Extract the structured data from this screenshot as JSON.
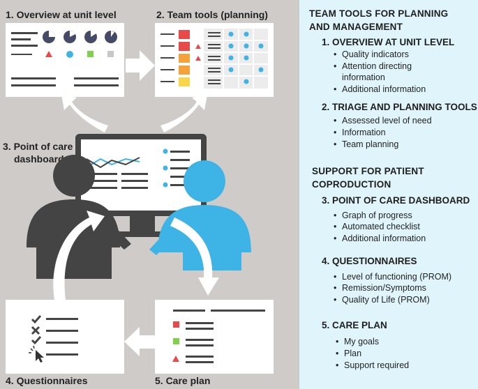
{
  "left_labels": {
    "overview": "1. Overview at unit level",
    "team_tools": "2. Team tools (planning)",
    "point_of_care_1": "3. Point of care",
    "point_of_care_2": "dashboard",
    "questionnaires": "4. Questionnaires",
    "care_plan": "5. Care plan"
  },
  "panel": {
    "heading1_line1": "TEAM TOOLS FOR PLANNING",
    "heading1_line2": "AND MANAGEMENT",
    "s1": "1. OVERVIEW AT UNIT LEVEL",
    "s1_items": [
      "Quality indicators",
      "Attention directing",
      "information",
      "Additional information"
    ],
    "s2": "2. TRIAGE AND PLANNING TOOLS",
    "s2_items": [
      "Assessed level of need",
      "Information",
      "Team planning"
    ],
    "heading2_line1": "SUPPORT FOR PATIENT",
    "heading2_line2": "COPRODUCTION",
    "s3": "3. POINT OF CARE DASHBOARD",
    "s3_items": [
      "Graph of progress",
      "Automated checklist",
      "Additional information"
    ],
    "s4": "4. QUESTIONNAIRES",
    "s4_items": [
      "Level of functioning (PROM)",
      "Remission/Symptoms",
      "Quality of Life (PROM)"
    ],
    "s5": "5. CARE PLAN",
    "s5_items": [
      "My goals",
      "Plan",
      "Support required"
    ]
  },
  "colors": {
    "left_bg": "#cfcbc8",
    "right_bg": "#dff4fb",
    "dark": "#444444",
    "blue": "#3db4e5",
    "red": "#e84a4a",
    "orange": "#f6a23a",
    "yellow": "#f9d54a",
    "green": "#7fd14a",
    "grey_square": "#c8c8c8"
  }
}
